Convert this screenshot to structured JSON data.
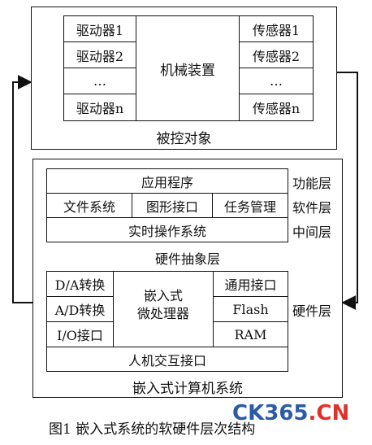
{
  "controlled": {
    "left": [
      "驱动器1",
      "驱动器2",
      "…",
      "驱动器n"
    ],
    "center": "机械装置",
    "right": [
      "传感器1",
      "传感器2",
      "…",
      "传感器n"
    ],
    "title": "被控对象"
  },
  "embedded": {
    "software": {
      "app": "应用程序",
      "mid": [
        "文件系统",
        "图形接口",
        "任务管理"
      ],
      "rtos": "实时操作系统",
      "hal": "硬件抽象层"
    },
    "hardware": {
      "left": [
        "D/A转换",
        "A/D转换",
        "I/O接口"
      ],
      "center_line1": "嵌入式",
      "center_line2": "微处理器",
      "right": [
        "通用接口",
        "Flash",
        "RAM"
      ],
      "hmi": "人机交互接口"
    },
    "side_labels": {
      "function": "功能层",
      "software": "软件层",
      "middle": "中间层",
      "hardware": "硬件层"
    },
    "title": "嵌入式计算机系统"
  },
  "caption": "图1  嵌入式系统的软硬件层次结构",
  "watermark": {
    "part1": "CK365",
    "part2": ".CN"
  }
}
